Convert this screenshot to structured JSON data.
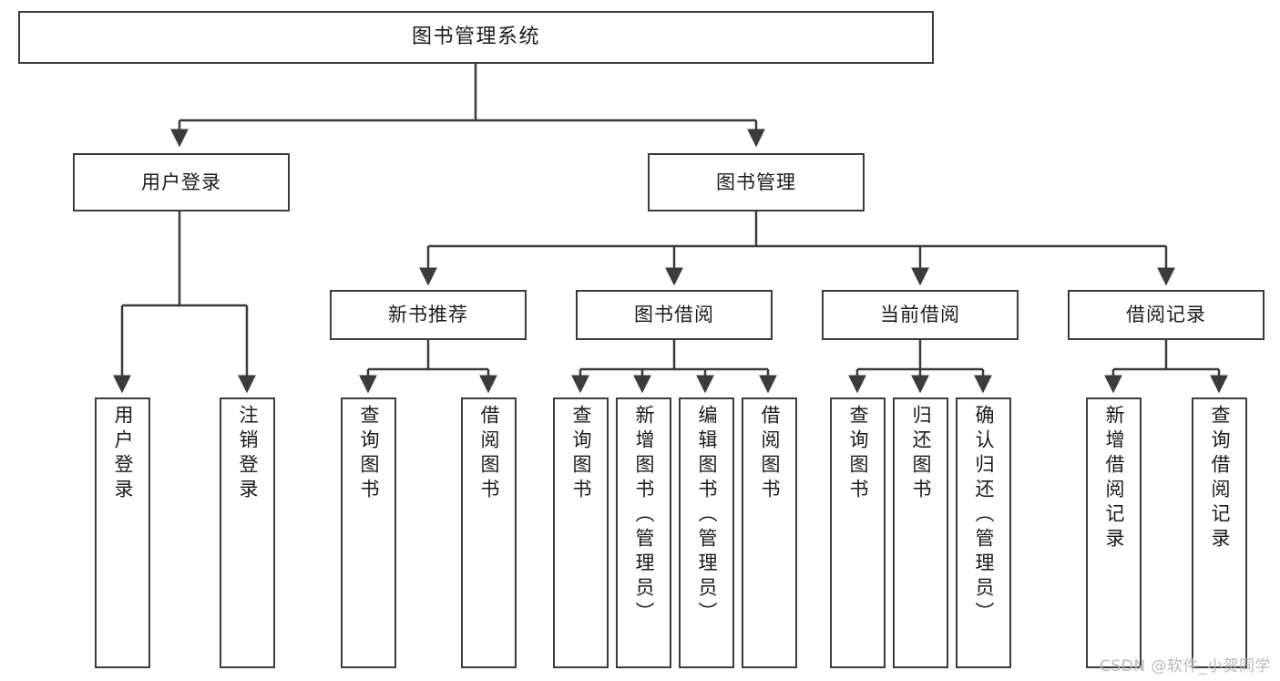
{
  "diagram": {
    "title": "图书管理系统",
    "type": "tree",
    "watermark": "CSDN @软件_小贺同学",
    "colors": {
      "stroke": "#3b3b3b",
      "fill": "#ffffff",
      "text": "#1a1a1a",
      "watermark": "#b9b9b9"
    },
    "nodes": {
      "root": {
        "label": "图书管理系统"
      },
      "level2": [
        {
          "label": "用户登录"
        },
        {
          "label": "图书管理"
        }
      ],
      "level3": [
        {
          "label": "新书推荐"
        },
        {
          "label": "图书借阅"
        },
        {
          "label": "当前借阅"
        },
        {
          "label": "借阅记录"
        }
      ],
      "leaves": {
        "user_login": [
          {
            "label": "用户登录"
          },
          {
            "label": "注销登录"
          }
        ],
        "new_book": [
          {
            "label": "查询图书"
          },
          {
            "label": "借阅图书"
          }
        ],
        "book_borrow": [
          {
            "label": "查询图书"
          },
          {
            "label": "新增图书（管理员）"
          },
          {
            "label": "编辑图书（管理员）"
          },
          {
            "label": "借阅图书"
          }
        ],
        "current_borrow": [
          {
            "label": "查询图书"
          },
          {
            "label": "归还图书"
          },
          {
            "label": "确认归还（管理员）"
          }
        ],
        "borrow_record": [
          {
            "label": "新增借阅记录"
          },
          {
            "label": "查询借阅记录"
          }
        ]
      }
    }
  }
}
